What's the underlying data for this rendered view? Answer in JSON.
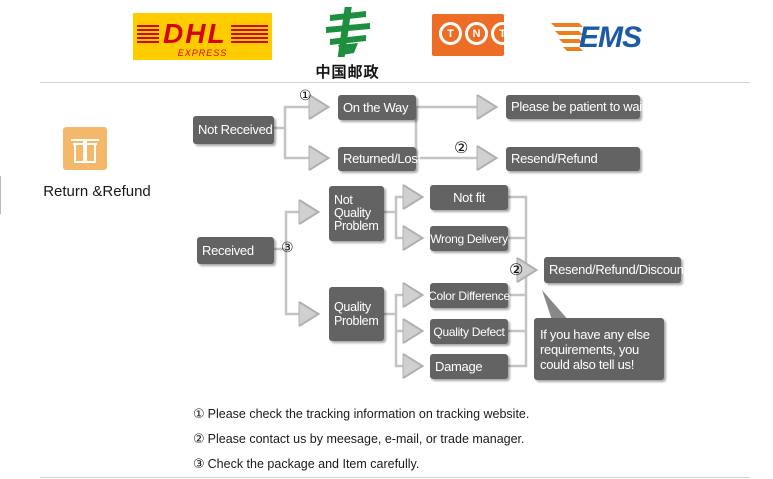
{
  "carriers": {
    "dhl": {
      "name": "DHL",
      "sub": "EXPRESS"
    },
    "china_post": {
      "name": "中国邮政"
    },
    "tnt": {
      "letters": [
        "T",
        "N",
        "T"
      ]
    },
    "ems": {
      "name": "EMS"
    }
  },
  "side": {
    "title": "Return &Refund",
    "icon": "gift-icon"
  },
  "flow": {
    "not_received": "Not Received",
    "on_the_way": "On the Way",
    "returned_lost": "Returned/Lost",
    "be_patient": "Please be patient to wait",
    "resend_refund": "Resend/Refund",
    "received": "Received",
    "not_quality_problem": "Not Quality Problem",
    "quality_problem": "Quality Problem",
    "not_fit": "Not fit",
    "wrong_delivery": "Wrong Delivery",
    "color_difference": "Color Difference",
    "quality_defect": "Quality Defect",
    "damage": "Damage",
    "resend_refund_discount": "Resend/Refund/Discount",
    "else_requirements": "If you have any else requirements, you could also tell us!",
    "marker_1": "①",
    "marker_2a": "②",
    "marker_2b": "②",
    "marker_3": "③"
  },
  "notes": [
    {
      "marker": "①",
      "text": "Please check the tracking information on tracking website."
    },
    {
      "marker": "②",
      "text": "Please contact us by meesage, e-mail, or trade manager."
    },
    {
      "marker": "③",
      "text": "Check the package and Item carefully."
    }
  ],
  "colors": {
    "box": "#636363",
    "arrow": "#bdbdbd",
    "dhl_yellow": "#ffcc00",
    "dhl_red": "#d40511",
    "tnt_orange": "#ee6d26",
    "ems_blue": "#1c5aa8",
    "post_green": "#1e8f3e",
    "gift": "#f3b86a"
  }
}
